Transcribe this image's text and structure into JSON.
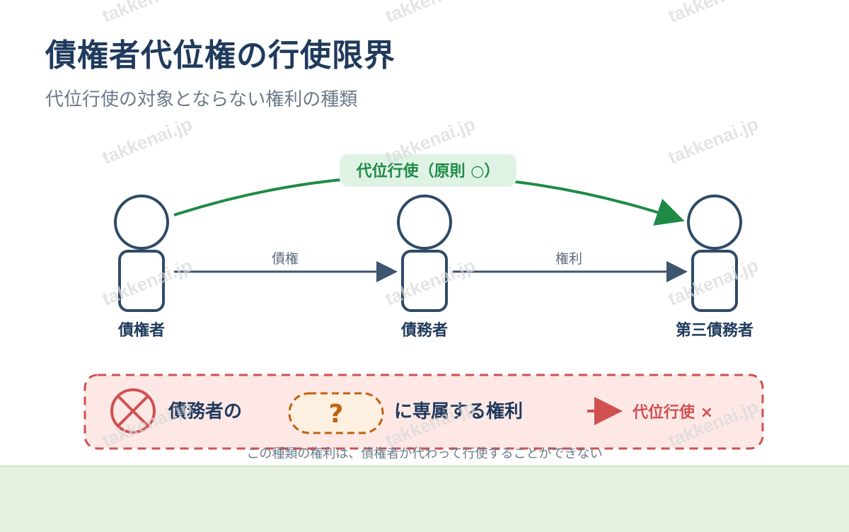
{
  "page": {
    "title": "債権者代位権の行使限界",
    "subtitle": "代位行使の対象とならない権利の種類"
  },
  "diagram": {
    "persons": [
      {
        "label": "債権者"
      },
      {
        "label": "債務者"
      },
      {
        "label": "第三債務者"
      }
    ],
    "relations": [
      {
        "label": "債権"
      },
      {
        "label": "権利"
      }
    ],
    "subrogation_label": "代位行使（原則 ○）",
    "exclusion_box": {
      "prefix": "債務者の",
      "placeholder_symbol": "?",
      "suffix": "に専属する権利",
      "result": "代位行使 ×",
      "note": "この種類の権利は、債権者が代わって行使することができない"
    }
  },
  "watermark": "takkenai.jp",
  "colors": {
    "navy": "#1f3a5c",
    "green": "#1f8a46",
    "green_bg": "#dff3e5",
    "red": "#d05050",
    "red_bg": "#fde8e6",
    "orange": "#c0620f",
    "orange_bg": "#fdf0e0",
    "band": "#e5f1df"
  }
}
